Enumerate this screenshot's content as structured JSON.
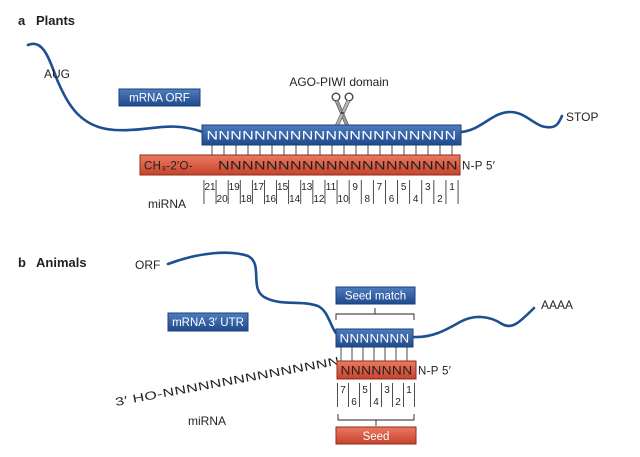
{
  "colors": {
    "strand_blue": "#1d4f91",
    "box_blue": "#2d5da8",
    "box_red": "#d9533c",
    "text": "#231f20"
  },
  "plants": {
    "panel_letter": "a",
    "title": "Plants",
    "start_codon": "AUG",
    "stop_codon": "STOP",
    "mrna_label": "mRNA ORF",
    "cleavage_label": "AGO-PIWI domain",
    "mrna_seq": "NNNNNNNNNNNNNNNNNNNNN",
    "mirna_prefix": "CH₃-2′O-",
    "mirna_seq": "NNNNNNNNNNNNNNNNNNNN",
    "mirna_suffix": "N-P 5′",
    "odd_positions": [
      "21",
      "19",
      "17",
      "15",
      "13",
      "11",
      "9",
      "7",
      "5",
      "3",
      "1"
    ],
    "even_positions": [
      "20",
      "18",
      "16",
      "14",
      "12",
      "10",
      "8",
      "6",
      "4",
      "2"
    ],
    "mirna_label": "miRNA"
  },
  "animals": {
    "panel_letter": "b",
    "title": "Animals",
    "orf_label": "ORF",
    "polya_label": "AAAA",
    "utr_label": "mRNA 3′ UTR",
    "seed_match_label": "Seed match",
    "mrna_seq": "NNNNNNN",
    "mirna_left": "3′ HO-NNNNNNNNNNNNNNN",
    "mirna_seq": "NNNNNNN",
    "mirna_suffix": "N-P 5′",
    "odd_positions": [
      "7",
      "5",
      "3",
      "1"
    ],
    "even_positions": [
      "6",
      "4",
      "2"
    ],
    "mirna_label": "miRNA",
    "seed_label": "Seed"
  }
}
